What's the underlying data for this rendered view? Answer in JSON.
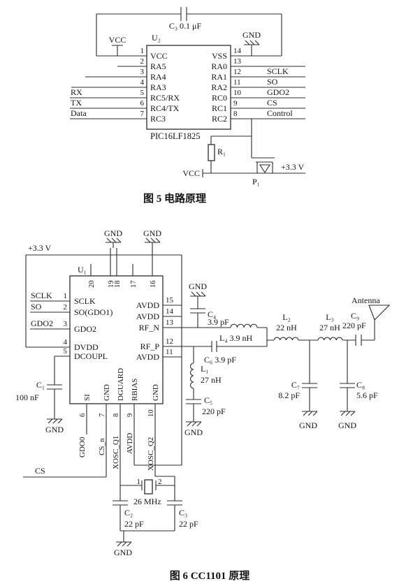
{
  "fig5": {
    "caption": "图 5  电路原理",
    "v33": "+3.3 V",
    "vcc_top": "VCC",
    "vcc_bottom": "VCC",
    "gnd": "GND",
    "c3": "C₃ 0.1 μF",
    "r1": "R₁",
    "p1": "P₁",
    "u2": {
      "ref": "U₂",
      "part": "PIC16LF1825",
      "left": [
        {
          "n": "1",
          "label": "VCC"
        },
        {
          "n": "2",
          "label": "RA5"
        },
        {
          "n": "3",
          "label": "RA4"
        },
        {
          "n": "4",
          "label": "RA3"
        },
        {
          "n": "5",
          "label": "RC5/RX"
        },
        {
          "n": "6",
          "label": "RC4/TX"
        },
        {
          "n": "7",
          "label": "RC3"
        }
      ],
      "right": [
        {
          "n": "14",
          "label": "VSS"
        },
        {
          "n": "13",
          "label": "RA0"
        },
        {
          "n": "12",
          "label": "RA1"
        },
        {
          "n": "11",
          "label": "RA2"
        },
        {
          "n": "10",
          "label": "RC0"
        },
        {
          "n": "9",
          "label": "RC1"
        },
        {
          "n": "8",
          "label": "RC2"
        }
      ]
    },
    "ext_left": {
      "rx": "RX",
      "tx": "TX",
      "data": "Data"
    },
    "ext_right": {
      "sclk": "SCLK",
      "so": "SO",
      "gdo2": "GDO2",
      "cs": "CS",
      "control": "Control"
    }
  },
  "fig6": {
    "caption": "图 6  CC1101 原理",
    "v33": "+3.3 V",
    "cs": "CS",
    "gnd": "GND",
    "antenna": "Antenna",
    "u1": {
      "ref": "U₁",
      "left": [
        {
          "n": "1",
          "label": "SCLK"
        },
        {
          "n": "2",
          "label": "SO(GDO1)"
        },
        {
          "n": "3",
          "label": "GDO2"
        },
        {
          "n": "4",
          "label": "DVDD"
        },
        {
          "n": "5",
          "label": "DCOUPL"
        }
      ],
      "right": [
        {
          "n": "15",
          "label": "AVDD"
        },
        {
          "n": "14",
          "label": "AVDD"
        },
        {
          "n": "13",
          "label": "RF_N"
        },
        {
          "n": "12",
          "label": "RF_P"
        },
        {
          "n": "11",
          "label": "AVDD"
        }
      ],
      "top_nums": [
        "20",
        "19",
        "18",
        "17",
        "16"
      ],
      "bottom_inside": [
        "SI",
        "GND",
        "DGUARD",
        "RBIAS",
        "GND"
      ],
      "bottom_nums": [
        "6",
        "7",
        "8",
        "9",
        "10"
      ],
      "bottom_labels": [
        "GDO0",
        "CS_n",
        "XOSC_Q1",
        "AVDD",
        "XOSC_Q2"
      ]
    },
    "ext_left": {
      "sclk": "SCLK",
      "so": "SO",
      "gdo2": "GDO2"
    },
    "c1": {
      "ref": "C₁",
      "val": "100 nF"
    },
    "c2": {
      "ref": "C₂",
      "val": "22 pF"
    },
    "c3": {
      "ref": "C₃",
      "val": "22 pF"
    },
    "c4": {
      "ref": "C₄",
      "val": "3.9 pF"
    },
    "c5": {
      "ref": "C₅",
      "val": "220 pF"
    },
    "c6": "C₆ 3.9 pF",
    "c7": {
      "ref": "C₇",
      "val": "8.2 pF"
    },
    "c8": {
      "ref": "C₈",
      "val": "5.6 pF"
    },
    "c9": {
      "ref": "C₉",
      "val": "220 pF"
    },
    "l1": {
      "ref": "L₁",
      "val": "27 nH"
    },
    "l2": {
      "ref": "L₂",
      "val": "22 nH"
    },
    "l3": {
      "ref": "L₃",
      "val": "27 nH"
    },
    "l4": "L₄ 3.9 nH",
    "xtal": {
      "p1": "1",
      "p2": "2",
      "freq": "26 MHz"
    }
  }
}
